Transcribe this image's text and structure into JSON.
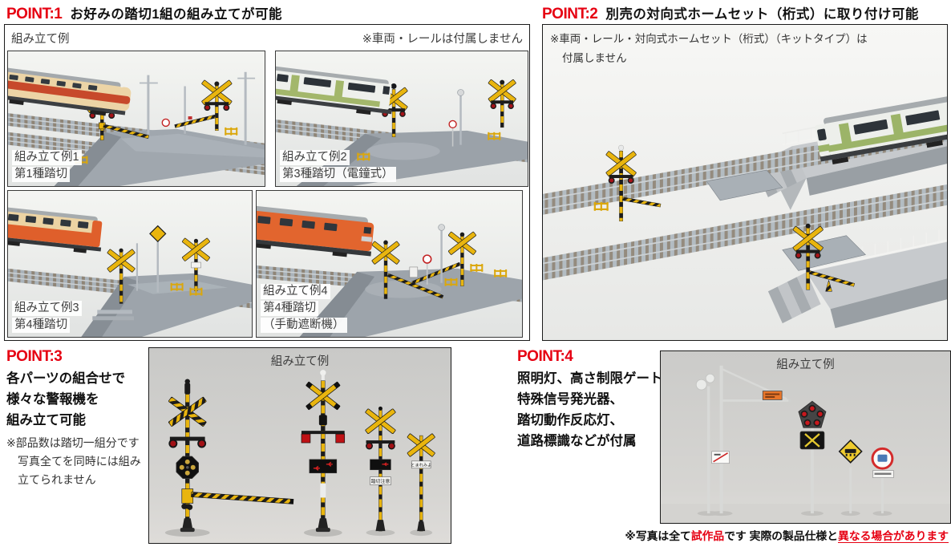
{
  "colors": {
    "accent_red": "#e60012",
    "heading_text": "#111111",
    "body_text": "#333333",
    "border": "#1b1b1b"
  },
  "point1": {
    "label": "POINT:1",
    "title": "お好みの踏切1組の組み立てが可能",
    "example_label": "組み立て例",
    "note": "※車両・レールは付属しません",
    "photos": [
      {
        "caption": [
          "組み立て例1",
          "第1種踏切"
        ]
      },
      {
        "caption": [
          "組み立て例2",
          "第3種踏切（電鐘式）"
        ]
      },
      {
        "caption": [
          "組み立て例3",
          "第4種踏切"
        ]
      },
      {
        "caption": [
          "組み立て例4",
          "第4種踏切",
          "（手動遮断機）"
        ]
      }
    ]
  },
  "point2": {
    "label": "POINT:2",
    "title": "別売の対向式ホームセット（桁式）に取り付け可能",
    "note": [
      "※車両・レール・対向式ホームセット（桁式）（キットタイプ）は",
      "付属しません"
    ]
  },
  "point3": {
    "label": "POINT:3",
    "title": [
      "各パーツの組合せで",
      "様々な警報機を",
      "組み立て可能"
    ],
    "note": [
      "※部品数は踏切一組分です",
      "写真全てを同時には組み",
      "立てられません"
    ],
    "example_label": "組み立て例",
    "sign_labels": {
      "crossing_caution": "踏切注意",
      "stop_look": "とまれみよ"
    }
  },
  "point4": {
    "label": "POINT:4",
    "title": [
      "照明灯、高さ制限ゲート",
      "特殊信号発光器、",
      "踏切動作反応灯、",
      "道路標識などが付属"
    ],
    "example_label": "組み立て例"
  },
  "footer": {
    "prefix": "※写真は全て",
    "highlight1": "試作品",
    "middle": "です 実際の製品仕様と",
    "highlight2": "異なる場合があります"
  }
}
